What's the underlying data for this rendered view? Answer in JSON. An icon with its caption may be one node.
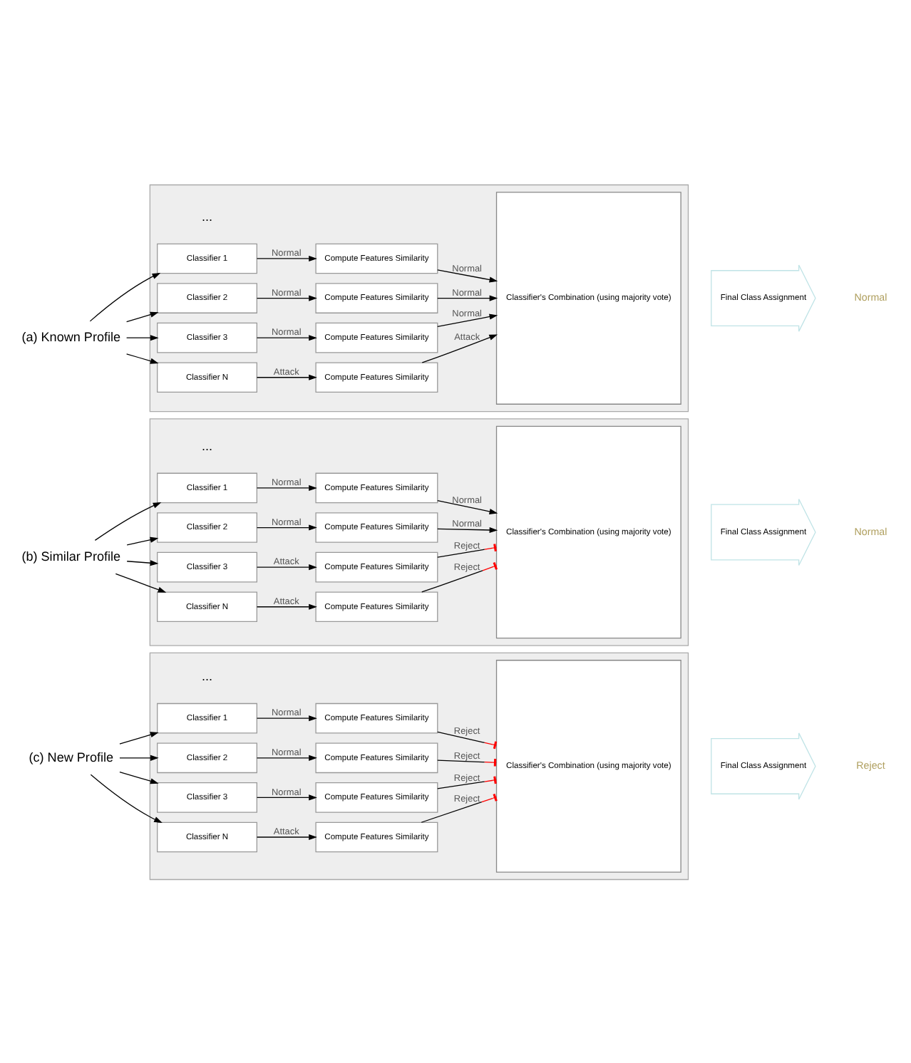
{
  "diagram": {
    "nodes": [
      {
        "text": [
          "(a) Known Profile"
        ]
      },
      {
        "text": [],
        "shape": "box"
      },
      {
        "text": [
          "Classifier 1"
        ],
        "in": 1
      },
      {
        "text": [
          "Compute Features Similarity"
        ],
        "in": 1
      },
      {
        "text": [
          "Classifier 2"
        ],
        "in": 1
      },
      {
        "text": [
          "Compute Features Similarity"
        ],
        "in": 1
      },
      {
        "text": [
          "Classifier 3"
        ],
        "in": 1
      },
      {
        "text": [
          "Compute Features Similarity"
        ],
        "in": 1
      },
      {
        "text": [
          "Classifier N"
        ],
        "in": 1
      },
      {
        "text": [
          "Compute Features Similarity"
        ],
        "in": 1
      },
      {
        "text": [
          "Classifier's Combination (using majority vote)"
        ],
        "in": 1
      },
      {
        "text": [
          "Final Class Assignment"
        ],
        "beside": [
          "Normal"
        ]
      },
      {
        "text": [
          "(b) Similar Profile"
        ]
      },
      {
        "text": [],
        "shape": "box"
      },
      {
        "text": [
          "Classifier 1"
        ],
        "in": 13
      },
      {
        "text": [
          "Compute Features Similarity"
        ],
        "in": 13
      },
      {
        "text": [
          "Classifier 2"
        ],
        "in": 13
      },
      {
        "text": [
          "Compute Features Similarity"
        ],
        "in": 13
      },
      {
        "text": [
          "Classifier 3"
        ],
        "in": 13
      },
      {
        "text": [
          "Compute Features Similarity"
        ],
        "in": 13
      },
      {
        "text": [
          "Classifier N"
        ],
        "in": 13
      },
      {
        "text": [
          "Compute Features Similarity"
        ],
        "in": 13
      },
      {
        "text": [
          "Classifier's Combination (using majority vote)"
        ],
        "in": 13
      },
      {
        "text": [
          "Final Class Assignment"
        ],
        "beside": [
          "Normal"
        ]
      },
      {
        "text": [
          "(c) New Profile"
        ]
      },
      {
        "text": [],
        "shape": "box"
      },
      {
        "text": [
          "Classifier 1"
        ],
        "in": 25
      },
      {
        "text": [
          "Compute Features Similarity"
        ],
        "in": 25
      },
      {
        "text": [
          "Classifier 2"
        ],
        "in": 25
      },
      {
        "text": [
          "Compute Features Similarity"
        ],
        "in": 25
      },
      {
        "text": [
          "Classifier 3"
        ],
        "in": 25
      },
      {
        "text": [
          "Compute Features Similarity"
        ],
        "in": 25
      },
      {
        "text": [
          "Classifier N"
        ],
        "in": 25
      },
      {
        "text": [
          "Compute Features Similarity"
        ],
        "in": 25
      },
      {
        "text": [
          "Classifier's Combination (using majority vote)"
        ],
        "in": 25
      },
      {
        "text": [
          "Final Class Assignment"
        ],
        "beside": [
          "Reject"
        ]
      }
    ],
    "edges": [
      {
        "from": 0,
        "to": 2,
        "arrow": "to"
      },
      {
        "from": 0,
        "to": 4,
        "arrow": "to"
      },
      {
        "from": 0,
        "to": 6,
        "arrow": "to"
      },
      {
        "from": 0,
        "to": 8,
        "arrow": "to"
      },
      {
        "from": 2,
        "to": 3,
        "arrow": "to",
        "label": "Normal"
      },
      {
        "from": 4,
        "to": 5,
        "arrow": "to",
        "label": "Normal"
      },
      {
        "from": 6,
        "to": 7,
        "arrow": "to",
        "label": "Normal"
      },
      {
        "from": 8,
        "to": 9,
        "arrow": "to",
        "label": "Attack"
      },
      {
        "from": 3,
        "to": 10,
        "arrow": "to",
        "label": "Normal"
      },
      {
        "from": 5,
        "to": 10,
        "arrow": "to",
        "label": "Normal"
      },
      {
        "from": 7,
        "to": 10,
        "arrow": "to",
        "label": "Normal"
      },
      {
        "from": 9,
        "to": 10,
        "arrow": "to",
        "label": "Attack"
      },
      {
        "from": 12,
        "to": 14,
        "arrow": "to"
      },
      {
        "from": 12,
        "to": 16,
        "arrow": "to"
      },
      {
        "from": 12,
        "to": 18,
        "arrow": "to"
      },
      {
        "from": 12,
        "to": 20,
        "arrow": "to"
      },
      {
        "from": 14,
        "to": 15,
        "arrow": "to",
        "label": "Normal"
      },
      {
        "from": 16,
        "to": 17,
        "arrow": "to",
        "label": "Normal"
      },
      {
        "from": 18,
        "to": 19,
        "arrow": "to",
        "label": "Attack"
      },
      {
        "from": 20,
        "to": 21,
        "arrow": "to",
        "label": "Attack"
      },
      {
        "from": 15,
        "to": 22,
        "arrow": "to",
        "label": "Normal"
      },
      {
        "from": 17,
        "to": 22,
        "arrow": "to",
        "label": "Normal"
      },
      {
        "from": 19,
        "to": 22,
        "arrow": "other",
        "label": "Reject"
      },
      {
        "from": 21,
        "to": 22,
        "arrow": "other",
        "label": "Reject"
      },
      {
        "from": 24,
        "to": 26,
        "arrow": "to"
      },
      {
        "from": 24,
        "to": 28,
        "arrow": "to"
      },
      {
        "from": 24,
        "to": 30,
        "arrow": "to"
      },
      {
        "from": 24,
        "to": 32,
        "arrow": "to"
      },
      {
        "from": 26,
        "to": 27,
        "arrow": "to",
        "label": "Normal"
      },
      {
        "from": 28,
        "to": 29,
        "arrow": "to",
        "label": "Normal"
      },
      {
        "from": 30,
        "to": 31,
        "arrow": "to",
        "label": "Normal"
      },
      {
        "from": 32,
        "to": 33,
        "arrow": "to",
        "label": "Attack"
      },
      {
        "from": 27,
        "to": 34,
        "arrow": "other",
        "label": "Reject"
      },
      {
        "from": 29,
        "to": 34,
        "arrow": "other",
        "label": "Reject"
      },
      {
        "from": 31,
        "to": 34,
        "arrow": "other",
        "label": "Reject"
      },
      {
        "from": 33,
        "to": 34,
        "arrow": "other",
        "label": "Reject"
      }
    ],
    "labels": [
      "...",
      "...",
      "..."
    ]
  }
}
